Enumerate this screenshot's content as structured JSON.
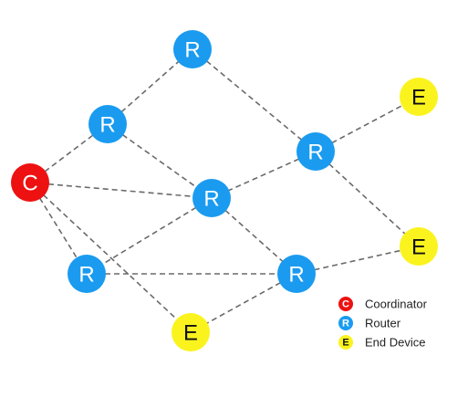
{
  "colors": {
    "coordinator": "#ee1111",
    "router": "#1a9bf0",
    "end_device": "#fbf31e",
    "edge": "#6a6a6a"
  },
  "node_types": {
    "coordinator": {
      "letter": "C",
      "text_color": "#ffffff"
    },
    "router": {
      "letter": "R",
      "text_color": "#ffffff"
    },
    "end_device": {
      "letter": "E",
      "text_color": "#111111"
    }
  },
  "nodes": [
    {
      "id": "c1",
      "type": "coordinator"
    },
    {
      "id": "r_top",
      "type": "router"
    },
    {
      "id": "r_upper_left",
      "type": "router"
    },
    {
      "id": "r_center",
      "type": "router"
    },
    {
      "id": "r_right",
      "type": "router"
    },
    {
      "id": "r_lower_left",
      "type": "router"
    },
    {
      "id": "r_lower_mid",
      "type": "router"
    },
    {
      "id": "e_top_right",
      "type": "end_device"
    },
    {
      "id": "e_mid_right",
      "type": "end_device"
    },
    {
      "id": "e_bottom",
      "type": "end_device"
    }
  ],
  "edges": [
    [
      "c1",
      "r_upper_left"
    ],
    [
      "c1",
      "r_center"
    ],
    [
      "c1",
      "r_lower_left"
    ],
    [
      "c1",
      "e_bottom"
    ],
    [
      "r_upper_left",
      "r_top"
    ],
    [
      "r_upper_left",
      "r_center"
    ],
    [
      "r_top",
      "r_right"
    ],
    [
      "r_right",
      "e_top_right"
    ],
    [
      "r_right",
      "e_mid_right"
    ],
    [
      "r_right",
      "r_center"
    ],
    [
      "r_center",
      "r_lower_left"
    ],
    [
      "r_center",
      "r_lower_mid"
    ],
    [
      "r_lower_left",
      "r_lower_mid"
    ],
    [
      "r_lower_mid",
      "e_mid_right"
    ],
    [
      "r_lower_mid",
      "e_bottom"
    ]
  ],
  "legend": {
    "items": [
      {
        "type": "coordinator",
        "letter": "C",
        "label": "Coordinator"
      },
      {
        "type": "router",
        "letter": "R",
        "label": "Router"
      },
      {
        "type": "end_device",
        "letter": "E",
        "label": "End Device"
      }
    ]
  }
}
